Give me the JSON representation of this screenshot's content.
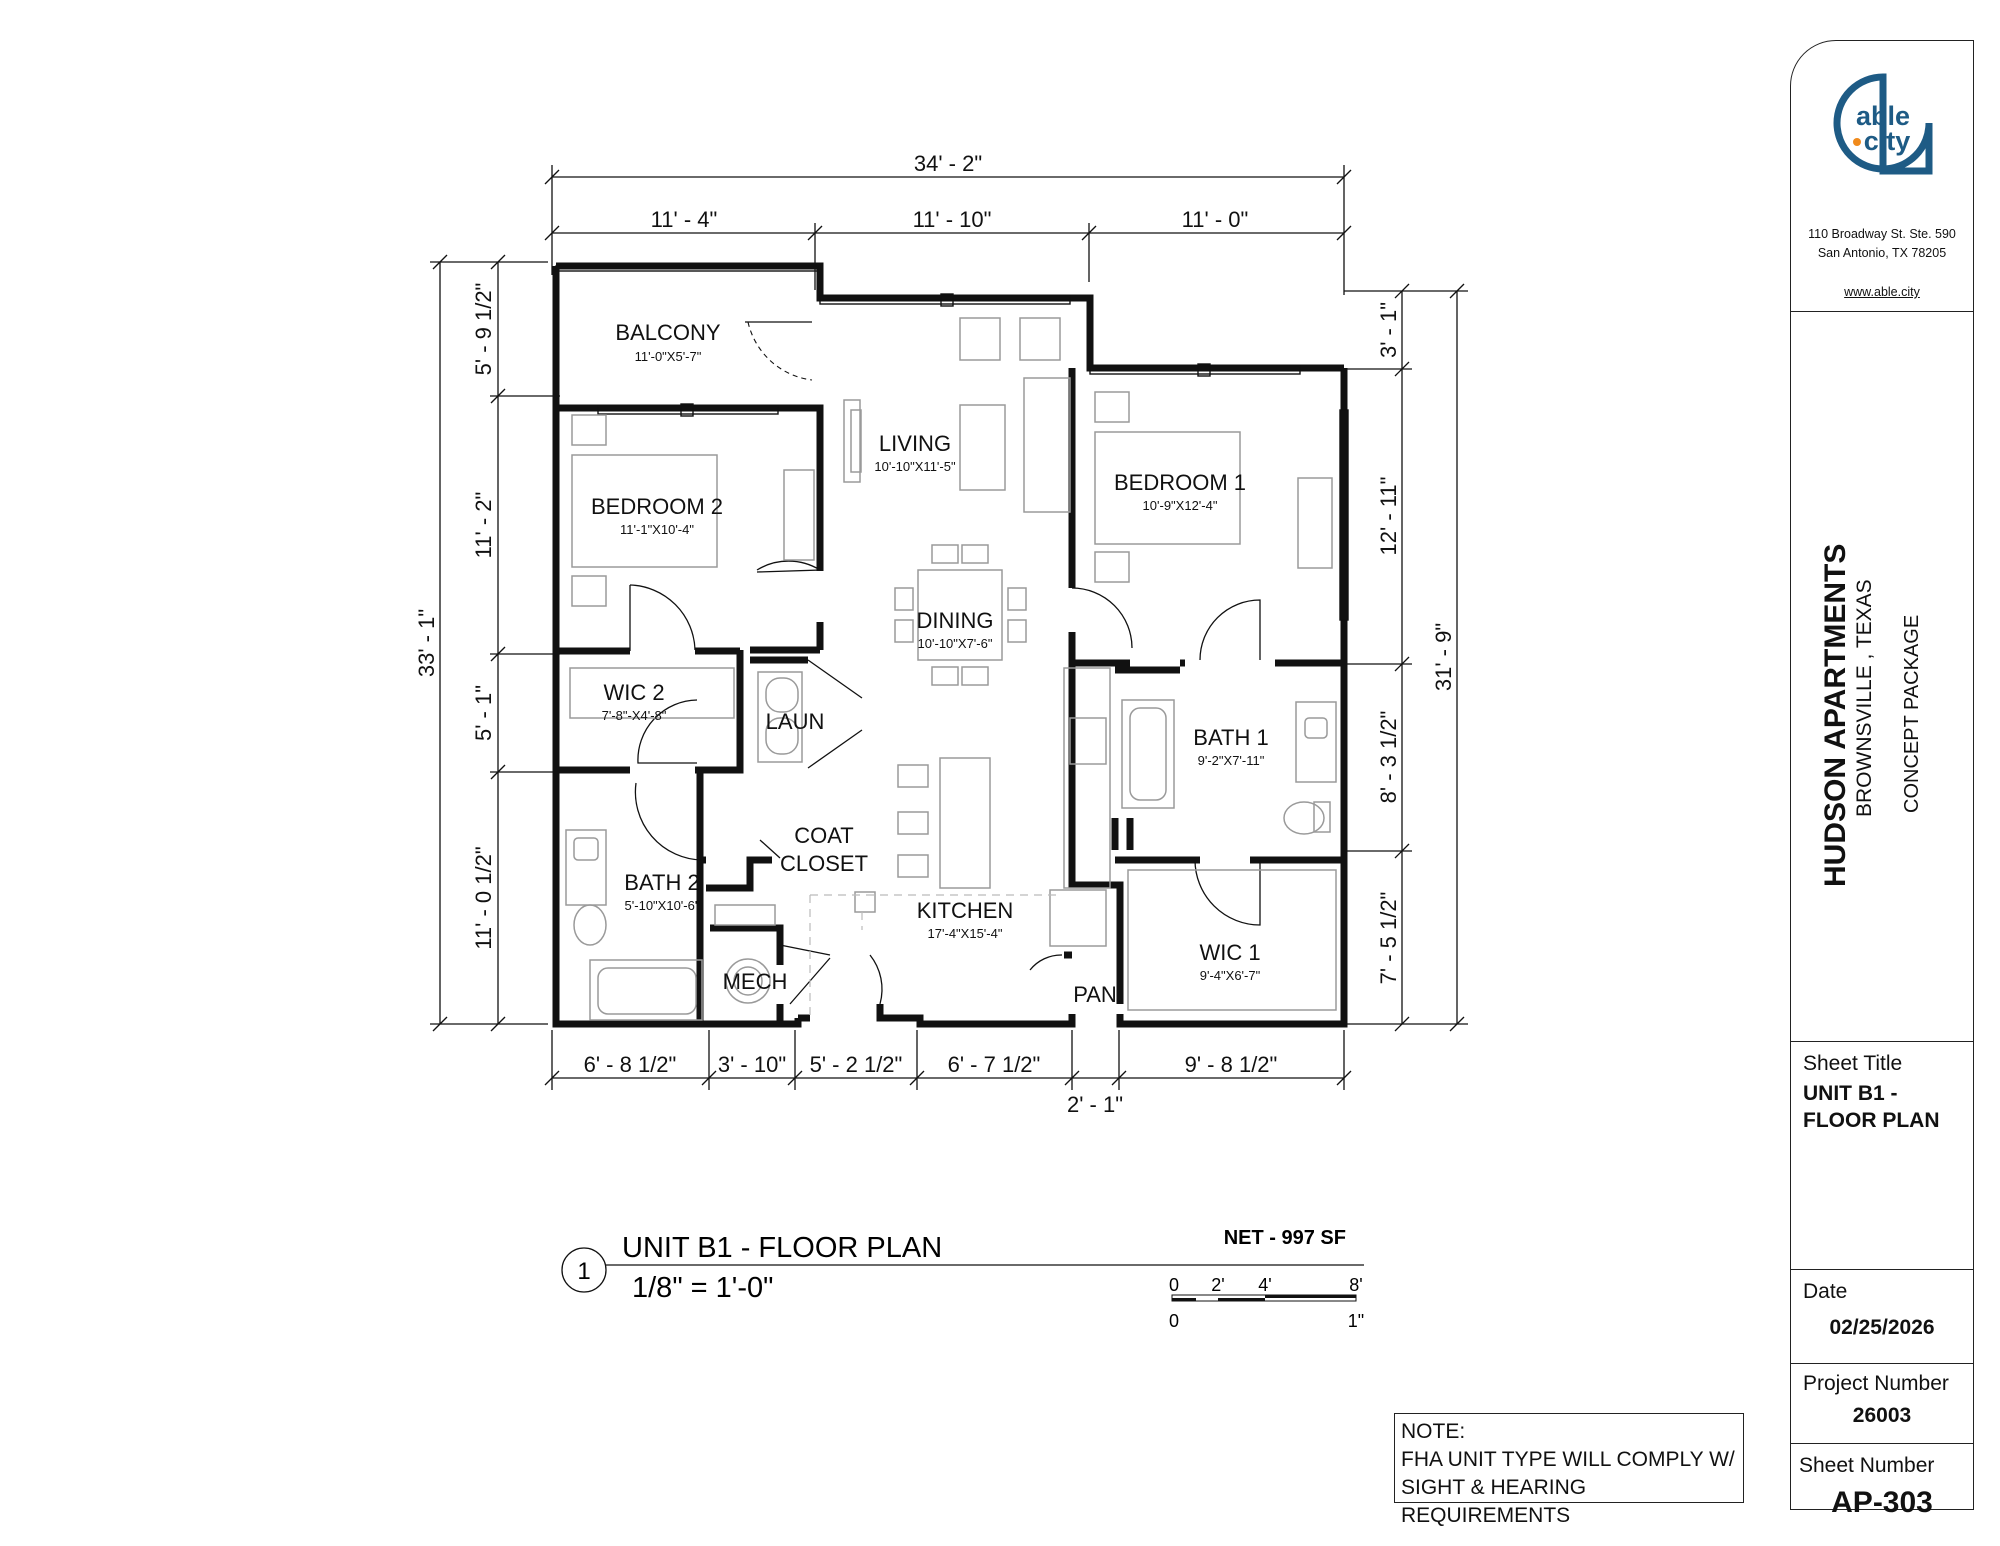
{
  "firm": {
    "logo_top": "able",
    "logo_bottom": "city",
    "address_line1": "110 Broadway St. Ste. 590",
    "address_line2": "San Antonio, TX 78205",
    "website": "www.able.city",
    "logo_color": "#1e5b85",
    "dot_color": "#f08a1c"
  },
  "project": {
    "name": "HUDSON APARTMENTS",
    "location": "BROWNSVILLE , TEXAS",
    "phase": "CONCEPT PACKAGE"
  },
  "sheet": {
    "title_label": "Sheet Title",
    "title_line1": "UNIT B1 -",
    "title_line2": "FLOOR PLAN",
    "date_label": "Date",
    "date": "02/25/2026",
    "project_number_label": "Project Number",
    "project_number": "26003",
    "sheet_number_label": "Sheet Number",
    "sheet_number": "AP-303"
  },
  "view": {
    "number": "1",
    "title": "UNIT B1 - FLOOR PLAN",
    "scale": "1/8\" = 1'-0\"",
    "net_area": "NET -   997 SF",
    "scale_bar_top": [
      "0",
      "2'",
      "4'",
      "8'"
    ],
    "scale_bar_bottom": [
      "0",
      "1\""
    ]
  },
  "note": {
    "heading": "NOTE:",
    "line1": "FHA UNIT TYPE WILL COMPLY W/",
    "line2": "SIGHT & HEARING REQUIREMENTS"
  },
  "rooms": {
    "balcony": {
      "name": "BALCONY",
      "size": "11'-0\"X5'-7\""
    },
    "living": {
      "name": "LIVING",
      "size": "10'-10\"X11'-5\""
    },
    "bedroom2": {
      "name": "BEDROOM 2",
      "size": "11'-1\"X10'-4\""
    },
    "bedroom1": {
      "name": "BEDROOM 1",
      "size": "10'-9\"X12'-4\""
    },
    "dining": {
      "name": "DINING",
      "size": "10'-10\"X7'-6\""
    },
    "wic2": {
      "name": "WIC 2",
      "size": "7'-8\"-X4'-8\""
    },
    "laun": {
      "name": "LAUN"
    },
    "bath1": {
      "name": "BATH 1",
      "size": "9'-2\"X7'-11\""
    },
    "coat_closet_1": "COAT",
    "coat_closet_2": "CLOSET",
    "bath2": {
      "name": "BATH 2",
      "size": "5'-10\"X10'-6\""
    },
    "kitchen": {
      "name": "KITCHEN",
      "size": "17'-4\"X15'-4\""
    },
    "mech": {
      "name": "MECH"
    },
    "pan": {
      "name": "PAN"
    },
    "wic1": {
      "name": "WIC 1",
      "size": "9'-4\"X6'-7\""
    }
  },
  "dimensions": {
    "top_overall": "34' - 2\"",
    "top": [
      "11' - 4\"",
      "11' - 10\"",
      "11' - 0\""
    ],
    "left_overall": "33' - 1\"",
    "left": [
      "5' - 9 1/2\"",
      "11' - 2\"",
      "5' - 1\"",
      "11' - 0 1/2\""
    ],
    "right_overall": "31' - 9\"",
    "right": [
      "3' - 1\"",
      "12' - 11\"",
      "8' - 3 1/2\"",
      "7' - 5 1/2\""
    ],
    "bottom": [
      "6' - 8 1/2\"",
      "3' - 10\"",
      "5' - 2 1/2\"",
      "6' - 7 1/2\"",
      "9' - 8 1/2\""
    ],
    "bottom_extra": "2' - 1\""
  }
}
